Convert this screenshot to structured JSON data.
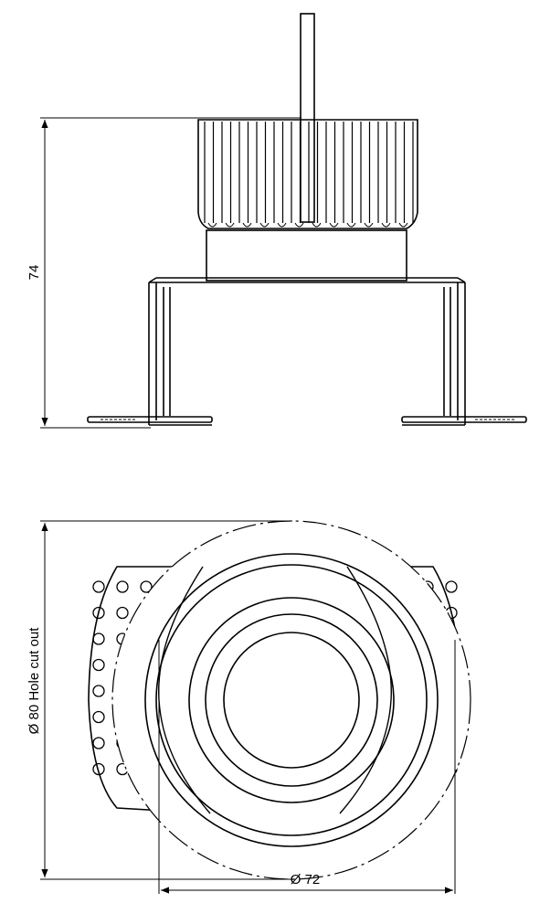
{
  "colors": {
    "line": "#000000",
    "background": "#ffffff"
  },
  "side_view": {
    "height_dimension": "74"
  },
  "top_view": {
    "hole_cutout_dimension": "Ø 80 Hole cut out",
    "outer_diameter_dimension": "Ø 72"
  }
}
